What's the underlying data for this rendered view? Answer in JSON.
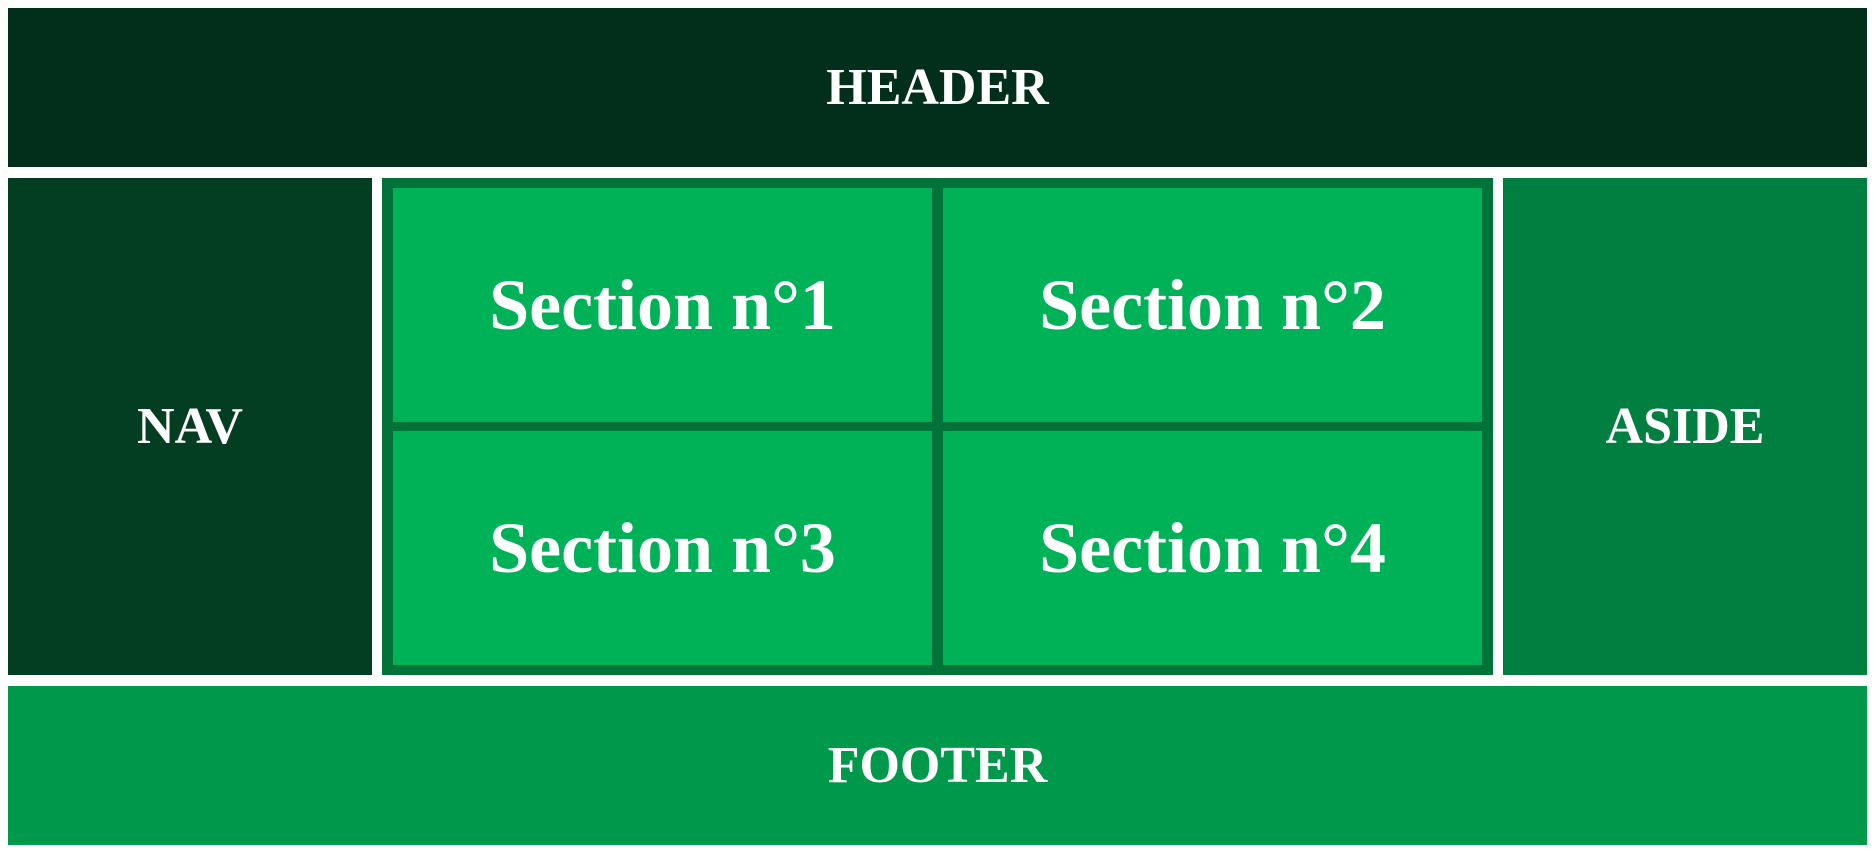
{
  "header": {
    "label": "HEADER"
  },
  "nav": {
    "label": "NAV"
  },
  "main": {
    "sections": [
      {
        "label": "Section n°1"
      },
      {
        "label": "Section n°2"
      },
      {
        "label": "Section n°3"
      },
      {
        "label": "Section n°4"
      }
    ]
  },
  "aside": {
    "label": "ASIDE"
  },
  "footer": {
    "label": "FOOTER"
  },
  "colors": {
    "header": "#022f1b",
    "nav": "#033d22",
    "main": "#017338",
    "section": "#00b257",
    "aside": "#017f40",
    "footer": "#00984a",
    "text": "#ffffff"
  }
}
